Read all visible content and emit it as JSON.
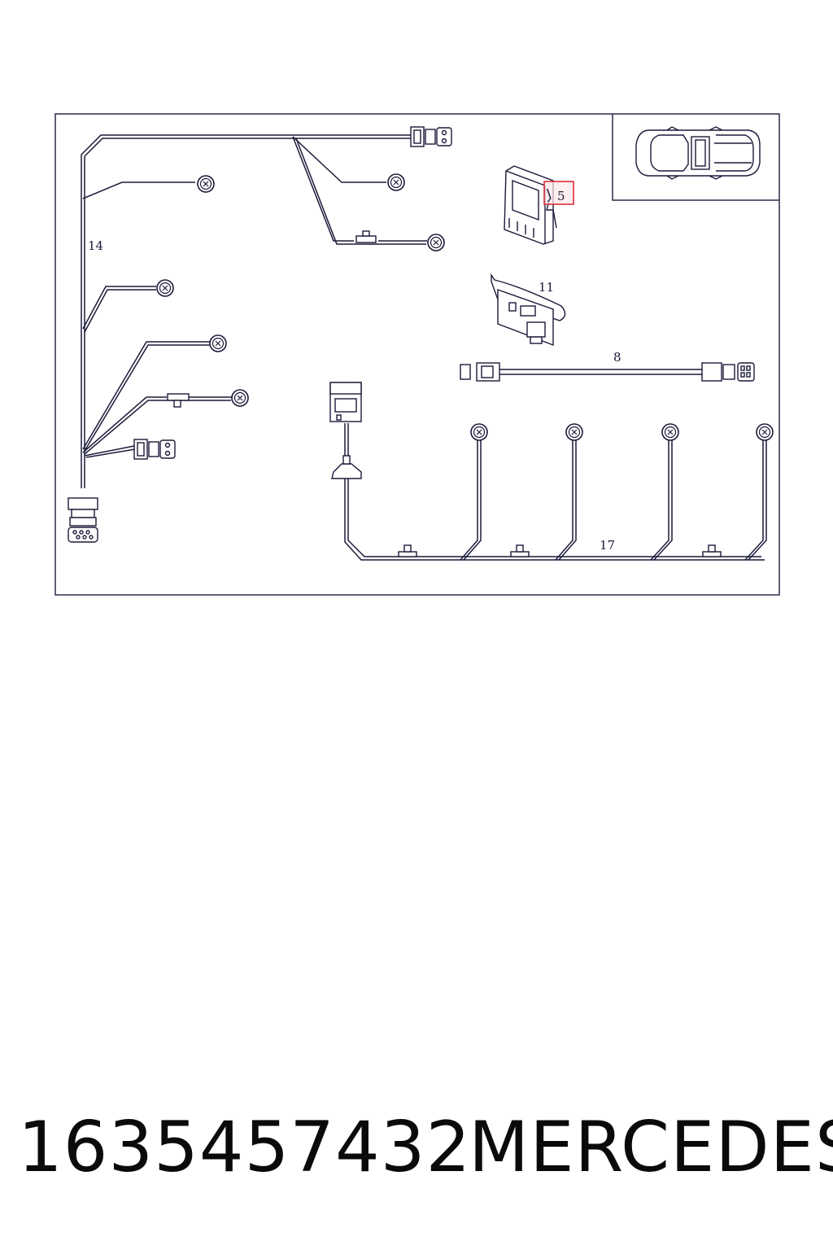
{
  "diagram": {
    "callouts": {
      "c14": "14",
      "c5": "5",
      "c11": "11",
      "c8": "8",
      "c17": "17"
    },
    "colors": {
      "line": "#1a1a3a",
      "highlight": "#d9303a",
      "frame": "#2a2a4a"
    }
  },
  "footer": {
    "part_number": "1635457432",
    "brand": "MERCEDES"
  }
}
